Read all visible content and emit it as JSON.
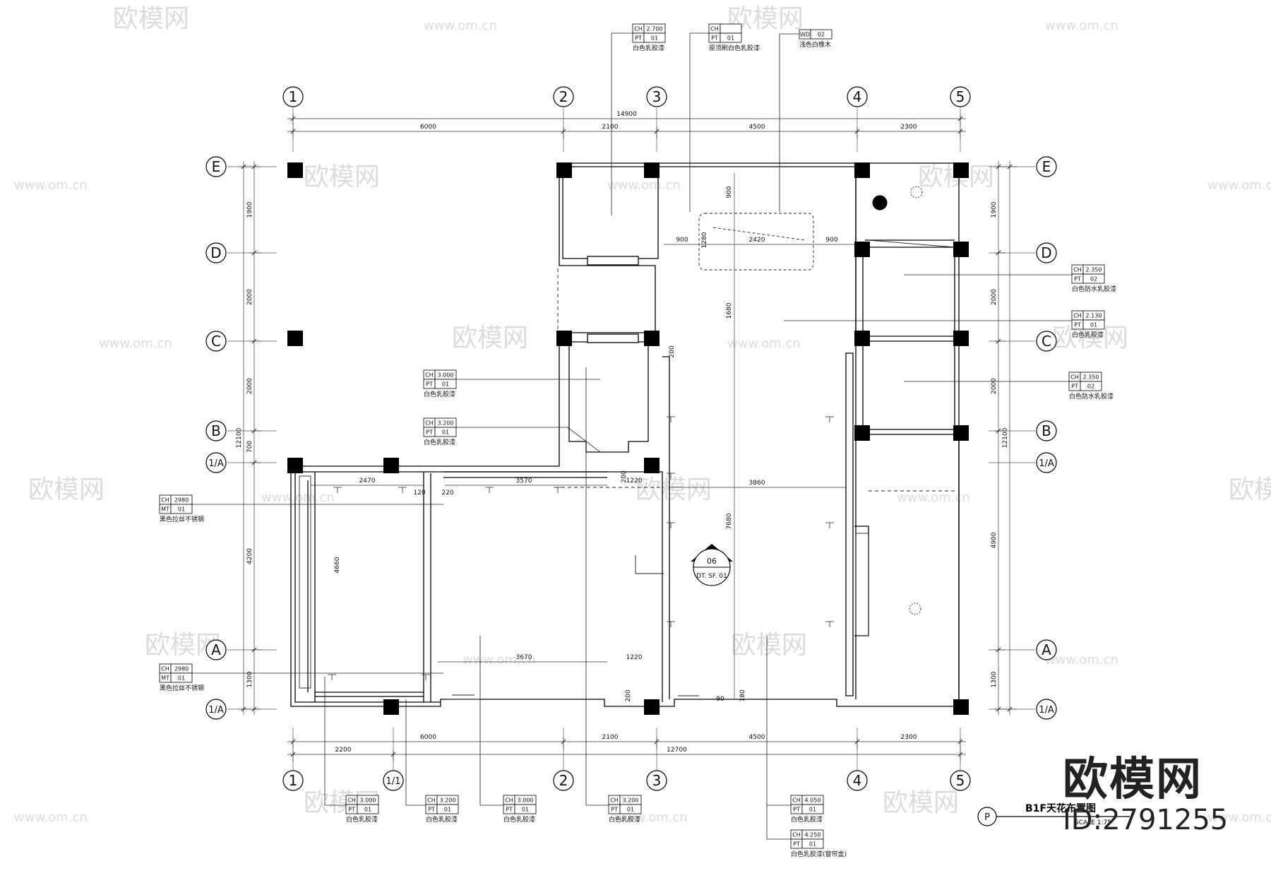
{
  "drawing": {
    "title": "B1F天花布置图",
    "scale": "SCALE 1:75",
    "section_tag": {
      "number": "06",
      "sheet": "DT. SF. 01"
    },
    "key_symbol": "P"
  },
  "watermark": {
    "brand": "欧模网",
    "site": "www.om.cn",
    "id": "ID:2791255"
  },
  "axes": {
    "vertical": [
      "1",
      "2",
      "3",
      "4",
      "5"
    ],
    "horizontal": [
      "E",
      "D",
      "C",
      "B",
      "1/A",
      "A",
      "1/A"
    ],
    "extra_bottom": "1/1"
  },
  "dimensions": {
    "top_total": "14900",
    "top": [
      "6000",
      "2100",
      "4500",
      "2300"
    ],
    "bottom": [
      "6000",
      "2100",
      "4500",
      "2300"
    ],
    "bottom_sub": [
      "2200",
      "12700"
    ],
    "left_total": "12100",
    "left": [
      "1900",
      "2000",
      "2000",
      "700",
      "4200",
      "1300"
    ],
    "right_total": "12100",
    "right": [
      "1900",
      "2000",
      "2000",
      "4900",
      "1300"
    ],
    "interior": [
      "900",
      "900",
      "2420",
      "900",
      "1280",
      "1680",
      "2470",
      "3570",
      "120",
      "220",
      "1220",
      "3860",
      "7680",
      "4660",
      "3670",
      "1220",
      "200",
      "200",
      "200",
      "180",
      "90"
    ]
  },
  "tags": [
    {
      "id": "t1",
      "ch": "2.700",
      "pt": "01",
      "desc": "白色乳胶漆"
    },
    {
      "id": "t2",
      "ch": "",
      "pt": "01",
      "desc": "原顶刷白色乳胶漆"
    },
    {
      "id": "t3",
      "ch": "",
      "pt": "02",
      "wd": "WD",
      "desc": "浅色白橡木"
    },
    {
      "id": "t4",
      "ch": "2.350",
      "pt": "02",
      "desc": "白色防水乳胶漆"
    },
    {
      "id": "t5",
      "ch": "2.130",
      "pt": "01",
      "desc": "白色乳胶漆"
    },
    {
      "id": "t6",
      "ch": "2.350",
      "pt": "02",
      "desc": "白色防水乳胶漆"
    },
    {
      "id": "t7",
      "ch": "3.000",
      "pt": "01",
      "desc": "白色乳胶漆"
    },
    {
      "id": "t8",
      "ch": "3.200",
      "pt": "01",
      "desc": "白色乳胶漆"
    },
    {
      "id": "t9",
      "ch": "2980",
      "pt": "01",
      "mt": "MT",
      "desc": "黑色拉丝不锈钢"
    },
    {
      "id": "t10",
      "ch": "2980",
      "pt": "01",
      "mt": "MT",
      "desc": "黑色拉丝不锈钢"
    },
    {
      "id": "t11",
      "ch": "3.000",
      "pt": "01",
      "desc": "白色乳胶漆"
    },
    {
      "id": "t12",
      "ch": "3.200",
      "pt": "01",
      "desc": "白色乳胶漆"
    },
    {
      "id": "t13",
      "ch": "3.000",
      "pt": "01",
      "desc": "白色乳胶漆"
    },
    {
      "id": "t14",
      "ch": "3.200",
      "pt": "01",
      "desc": "白色乳胶漆"
    },
    {
      "id": "t15",
      "ch": "4.050",
      "pt": "01",
      "desc": "白色乳胶漆"
    },
    {
      "id": "t16",
      "ch": "4.250",
      "pt": "01",
      "desc": "白色乳胶漆(窗帘盒)"
    }
  ],
  "tag_labels": {
    "ch": "CH",
    "pt": "PT",
    "mt": "MT",
    "wd": "WD"
  }
}
